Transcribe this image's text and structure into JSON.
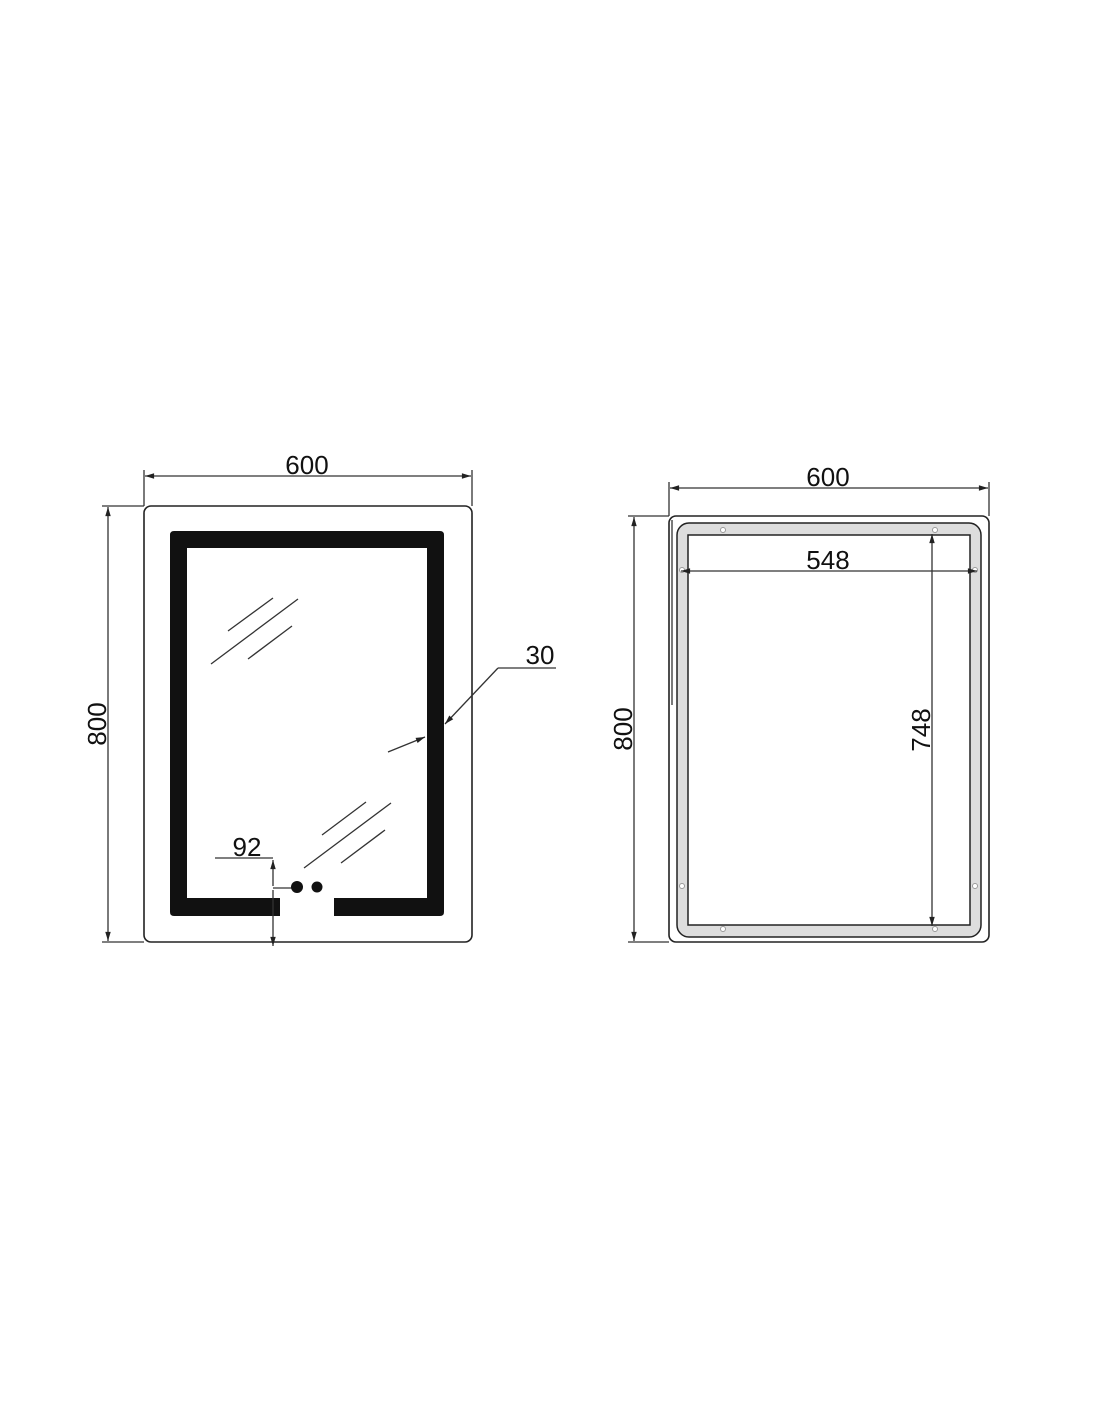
{
  "front_view": {
    "width_label": "600",
    "height_label": "800",
    "led_width_label": "30",
    "switch_offset_label": "92"
  },
  "back_view": {
    "width_label": "600",
    "height_label": "800",
    "inner_width_label": "548",
    "inner_height_label": "748"
  },
  "colors": {
    "line": "#222222",
    "led": "#111111",
    "strip": "#dddddd"
  }
}
